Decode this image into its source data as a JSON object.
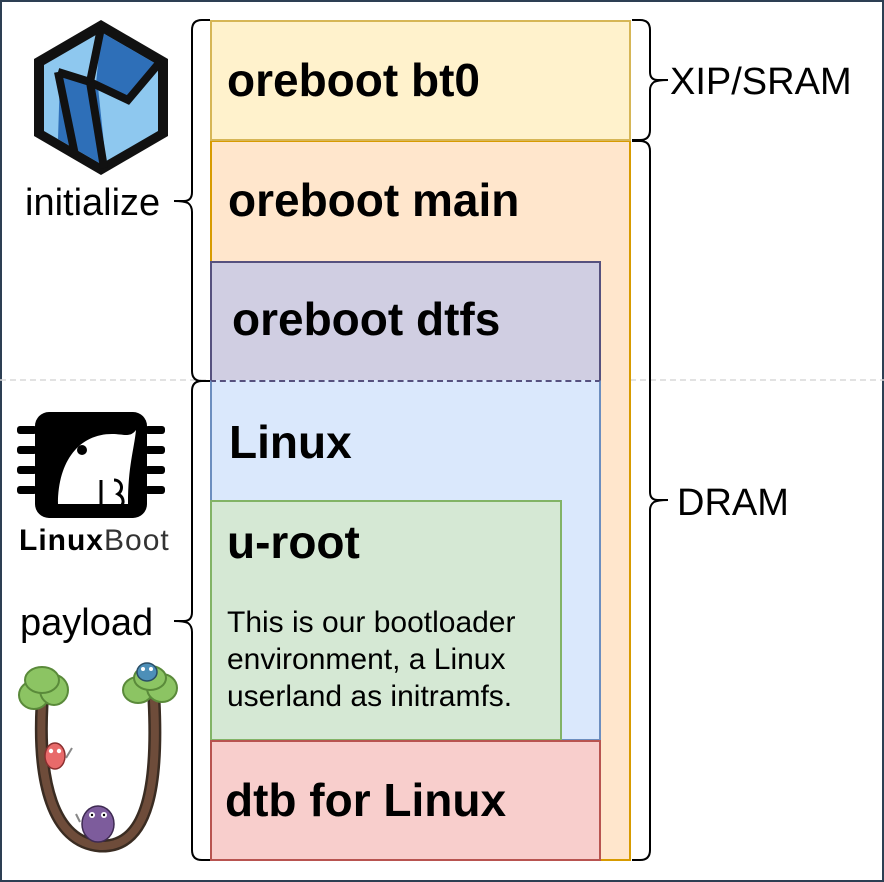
{
  "blocks": {
    "bt0": "oreboot bt0",
    "main": "oreboot main",
    "dtfs": "oreboot dtfs",
    "linux": "Linux",
    "uroot": "u-root",
    "uroot_desc": [
      "This is our bootloader",
      "environment, a Linux",
      "userland as initramfs."
    ],
    "dtb": "dtb for Linux"
  },
  "labels": {
    "initialize": "initialize",
    "payload": "payload",
    "xip": "XIP/SRAM",
    "dram": "DRAM"
  },
  "logos": {
    "oreboot": "oreboot-logo",
    "linuxboot": "linuxboot-logo",
    "linuxboot_text_bold": "Linux",
    "linuxboot_text_light": "Boot",
    "uroot": "u-root-gophers-logo"
  },
  "colors": {
    "bt0": "#fff2cc",
    "main": "#ffe6cc",
    "dtfs": "#d0cee2",
    "linux": "#dae8fc",
    "uroot": "#d5e8d4",
    "dtb": "#f8cecc"
  }
}
